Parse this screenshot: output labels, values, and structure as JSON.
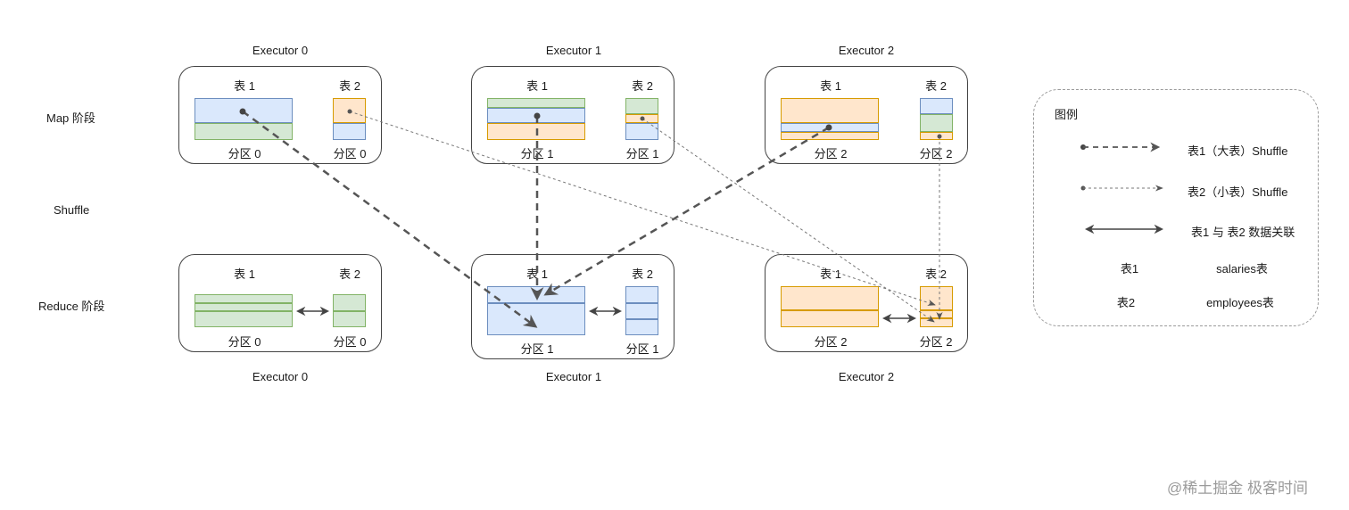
{
  "stages": {
    "map": "Map 阶段",
    "shuffle": "Shuffle",
    "reduce": "Reduce 阶段"
  },
  "executors_top": [
    "Executor 0",
    "Executor 1",
    "Executor 2"
  ],
  "executors_bottom": [
    "Executor 0",
    "Executor 1",
    "Executor 2"
  ],
  "table_labels": {
    "t1": "表 1",
    "t2": "表 2"
  },
  "partitions": {
    "p0": "分区 0",
    "p1": "分区 1",
    "p2": "分区 2"
  },
  "legend": {
    "title": "图例",
    "item1": "表1（大表）Shuffle",
    "item2": "表2（小表）Shuffle",
    "item3": "表1 与 表2 数据关联",
    "map1_key": "表1",
    "map1_val": "salaries表",
    "map2_key": "表2",
    "map2_val": "employees表"
  },
  "watermark": "@稀土掘金  极客时间",
  "colors": {
    "blue_fill": "#dae8fc",
    "blue_stroke": "#6c8ebf",
    "green_fill": "#d5e8d4",
    "green_stroke": "#82b366",
    "orange_fill": "#ffe6cc",
    "orange_stroke": "#d79b00",
    "arrow": "#555555"
  }
}
